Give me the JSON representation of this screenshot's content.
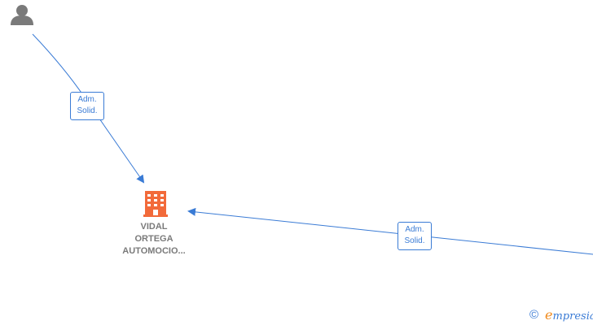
{
  "nodes": {
    "person": {
      "icon": "person-icon",
      "color": "#7a7a7a"
    },
    "company": {
      "icon": "building-icon",
      "color": "#f26a3a",
      "name_lines": [
        "VIDAL",
        "ORTEGA",
        "AUTOMOCIO..."
      ]
    }
  },
  "edges": [
    {
      "from": "person",
      "to": "company",
      "label_lines": [
        "Adm.",
        "Solid."
      ]
    },
    {
      "from": "offscreen-right",
      "to": "company",
      "label_lines": [
        "Adm.",
        "Solid."
      ]
    }
  ],
  "colors": {
    "edge": "#3a7bd5",
    "label_text": "#3a7bd5",
    "node_text": "#7a7a7a",
    "brand_accent": "#f08a1c"
  },
  "footer": {
    "copyright_symbol": "©",
    "brand_first_letter": "e",
    "brand_rest": "mpresia"
  }
}
